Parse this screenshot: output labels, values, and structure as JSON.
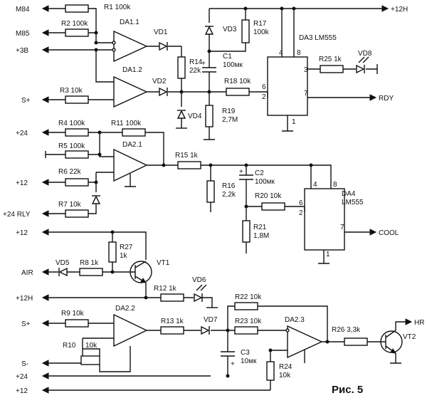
{
  "caption": "Рис. 5",
  "nets": {
    "m84": "M84",
    "m85": "M85",
    "p3v": "+3В",
    "s_plus_1": "S+",
    "p12h": "+12Н",
    "rdy": "RDY",
    "p24_1": "+24",
    "p12_1": "+12",
    "p24rly": "+24 RLY",
    "p12_2": "+12",
    "cool": "COOL",
    "air": "AIR",
    "p12h_2": "+12Н",
    "s_plus_2": "S+",
    "s_minus": "S-",
    "p24_2": "+24",
    "p12_3": "+12",
    "hr": "HR"
  },
  "resistors": {
    "r1": "R1 100k",
    "r2": "R2 100k",
    "r3": "R3 10k",
    "r14": "R14",
    "r14v": "22k",
    "r17": "R17",
    "r17v": "100k",
    "r18": "R18 10k",
    "r19": "R19",
    "r19v": "2,7M",
    "r25": "R25 1k",
    "r4": "R4 100k",
    "r11": "R11 100k",
    "r5": "R5 100k",
    "r6": "R6 22k",
    "r7": "R7 10k",
    "r15": "R15 1k",
    "r16": "R16",
    "r16v": "2,2k",
    "r20": "R20 10k",
    "r21": "R21",
    "r21v": "1,8M",
    "r27": "R27",
    "r27v": "1k",
    "r8": "R8 1k",
    "r12": "R12 1k",
    "r22": "R22 10k",
    "r9": "R9 10k",
    "r13": "R13 1k",
    "r23": "R23 10k",
    "r10": "R10",
    "r10v": "10k",
    "r26": "R26 3,3k",
    "r24": "R24",
    "r24v": "10k"
  },
  "capacitors": {
    "c1": "C1",
    "c1v": "100мк",
    "c2": "C2",
    "c2v": "100мк",
    "c3": "C3",
    "c3v": "10мк"
  },
  "diodes": {
    "vd1": "VD1",
    "vd2": "VD2",
    "vd3": "VD3",
    "vd4": "VD4",
    "vd5": "VD5",
    "vd6": "VD6",
    "vd7": "VD7",
    "vd8": "VD8"
  },
  "chips": {
    "da1_1": "DA1.1",
    "da1_2": "DA1.2",
    "da2_1": "DA2.1",
    "da2_2": "DA2.2",
    "da2_3": "DA2.3",
    "da3": "DA3 LM555",
    "da4": "DA4",
    "da4b": "LM555"
  },
  "transistors": {
    "vt1": "VT1",
    "vt2": "VT2"
  },
  "pins": {
    "da3_4": "4",
    "da3_8": "8",
    "da3_3": "3",
    "da3_6": "6",
    "da3_2": "2",
    "da3_7": "7",
    "da3_1": "1",
    "da4_4": "4",
    "da4_8": "8",
    "da4_6": "6",
    "da4_2": "2",
    "da4_7": "7",
    "da4_1": "1"
  },
  "polarity": {
    "c1_plus": "+",
    "c2_plus": "+",
    "c3_plus": "+"
  }
}
